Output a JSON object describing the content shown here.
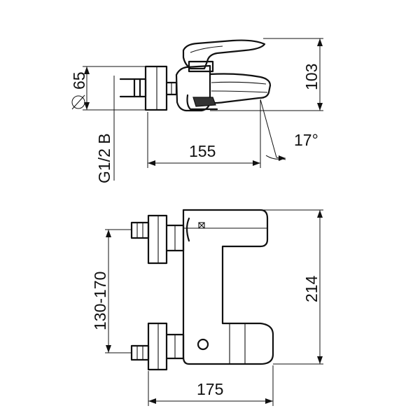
{
  "dimensions": {
    "diameter": "65",
    "side_height": "103",
    "thread": "G1/2 B",
    "side_length": "155",
    "spout_angle": "17°",
    "centers_range": "130-170",
    "front_height": "214",
    "front_width": "175"
  }
}
